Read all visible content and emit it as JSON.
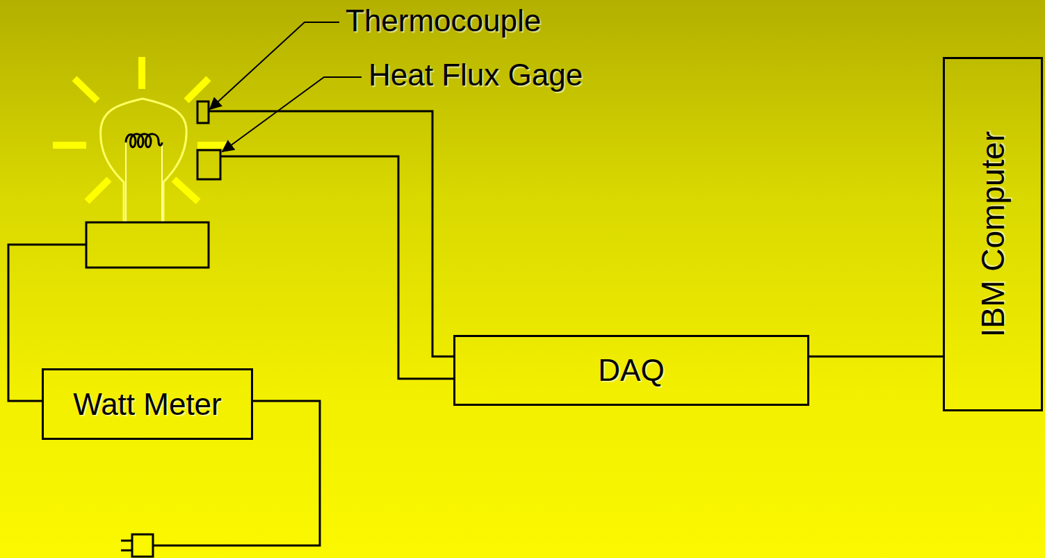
{
  "diagram": {
    "nodes": [
      {
        "text": [
          "Watt Meter"
        ]
      },
      {
        "text": [
          "DAQ"
        ]
      },
      {
        "text": [
          "IBM Computer"
        ]
      }
    ],
    "edges": [
      {
        "from": 1,
        "to": 2,
        "arrow": "none"
      }
    ],
    "labels": [
      "Thermocouple",
      "Heat Flux Gage"
    ]
  }
}
